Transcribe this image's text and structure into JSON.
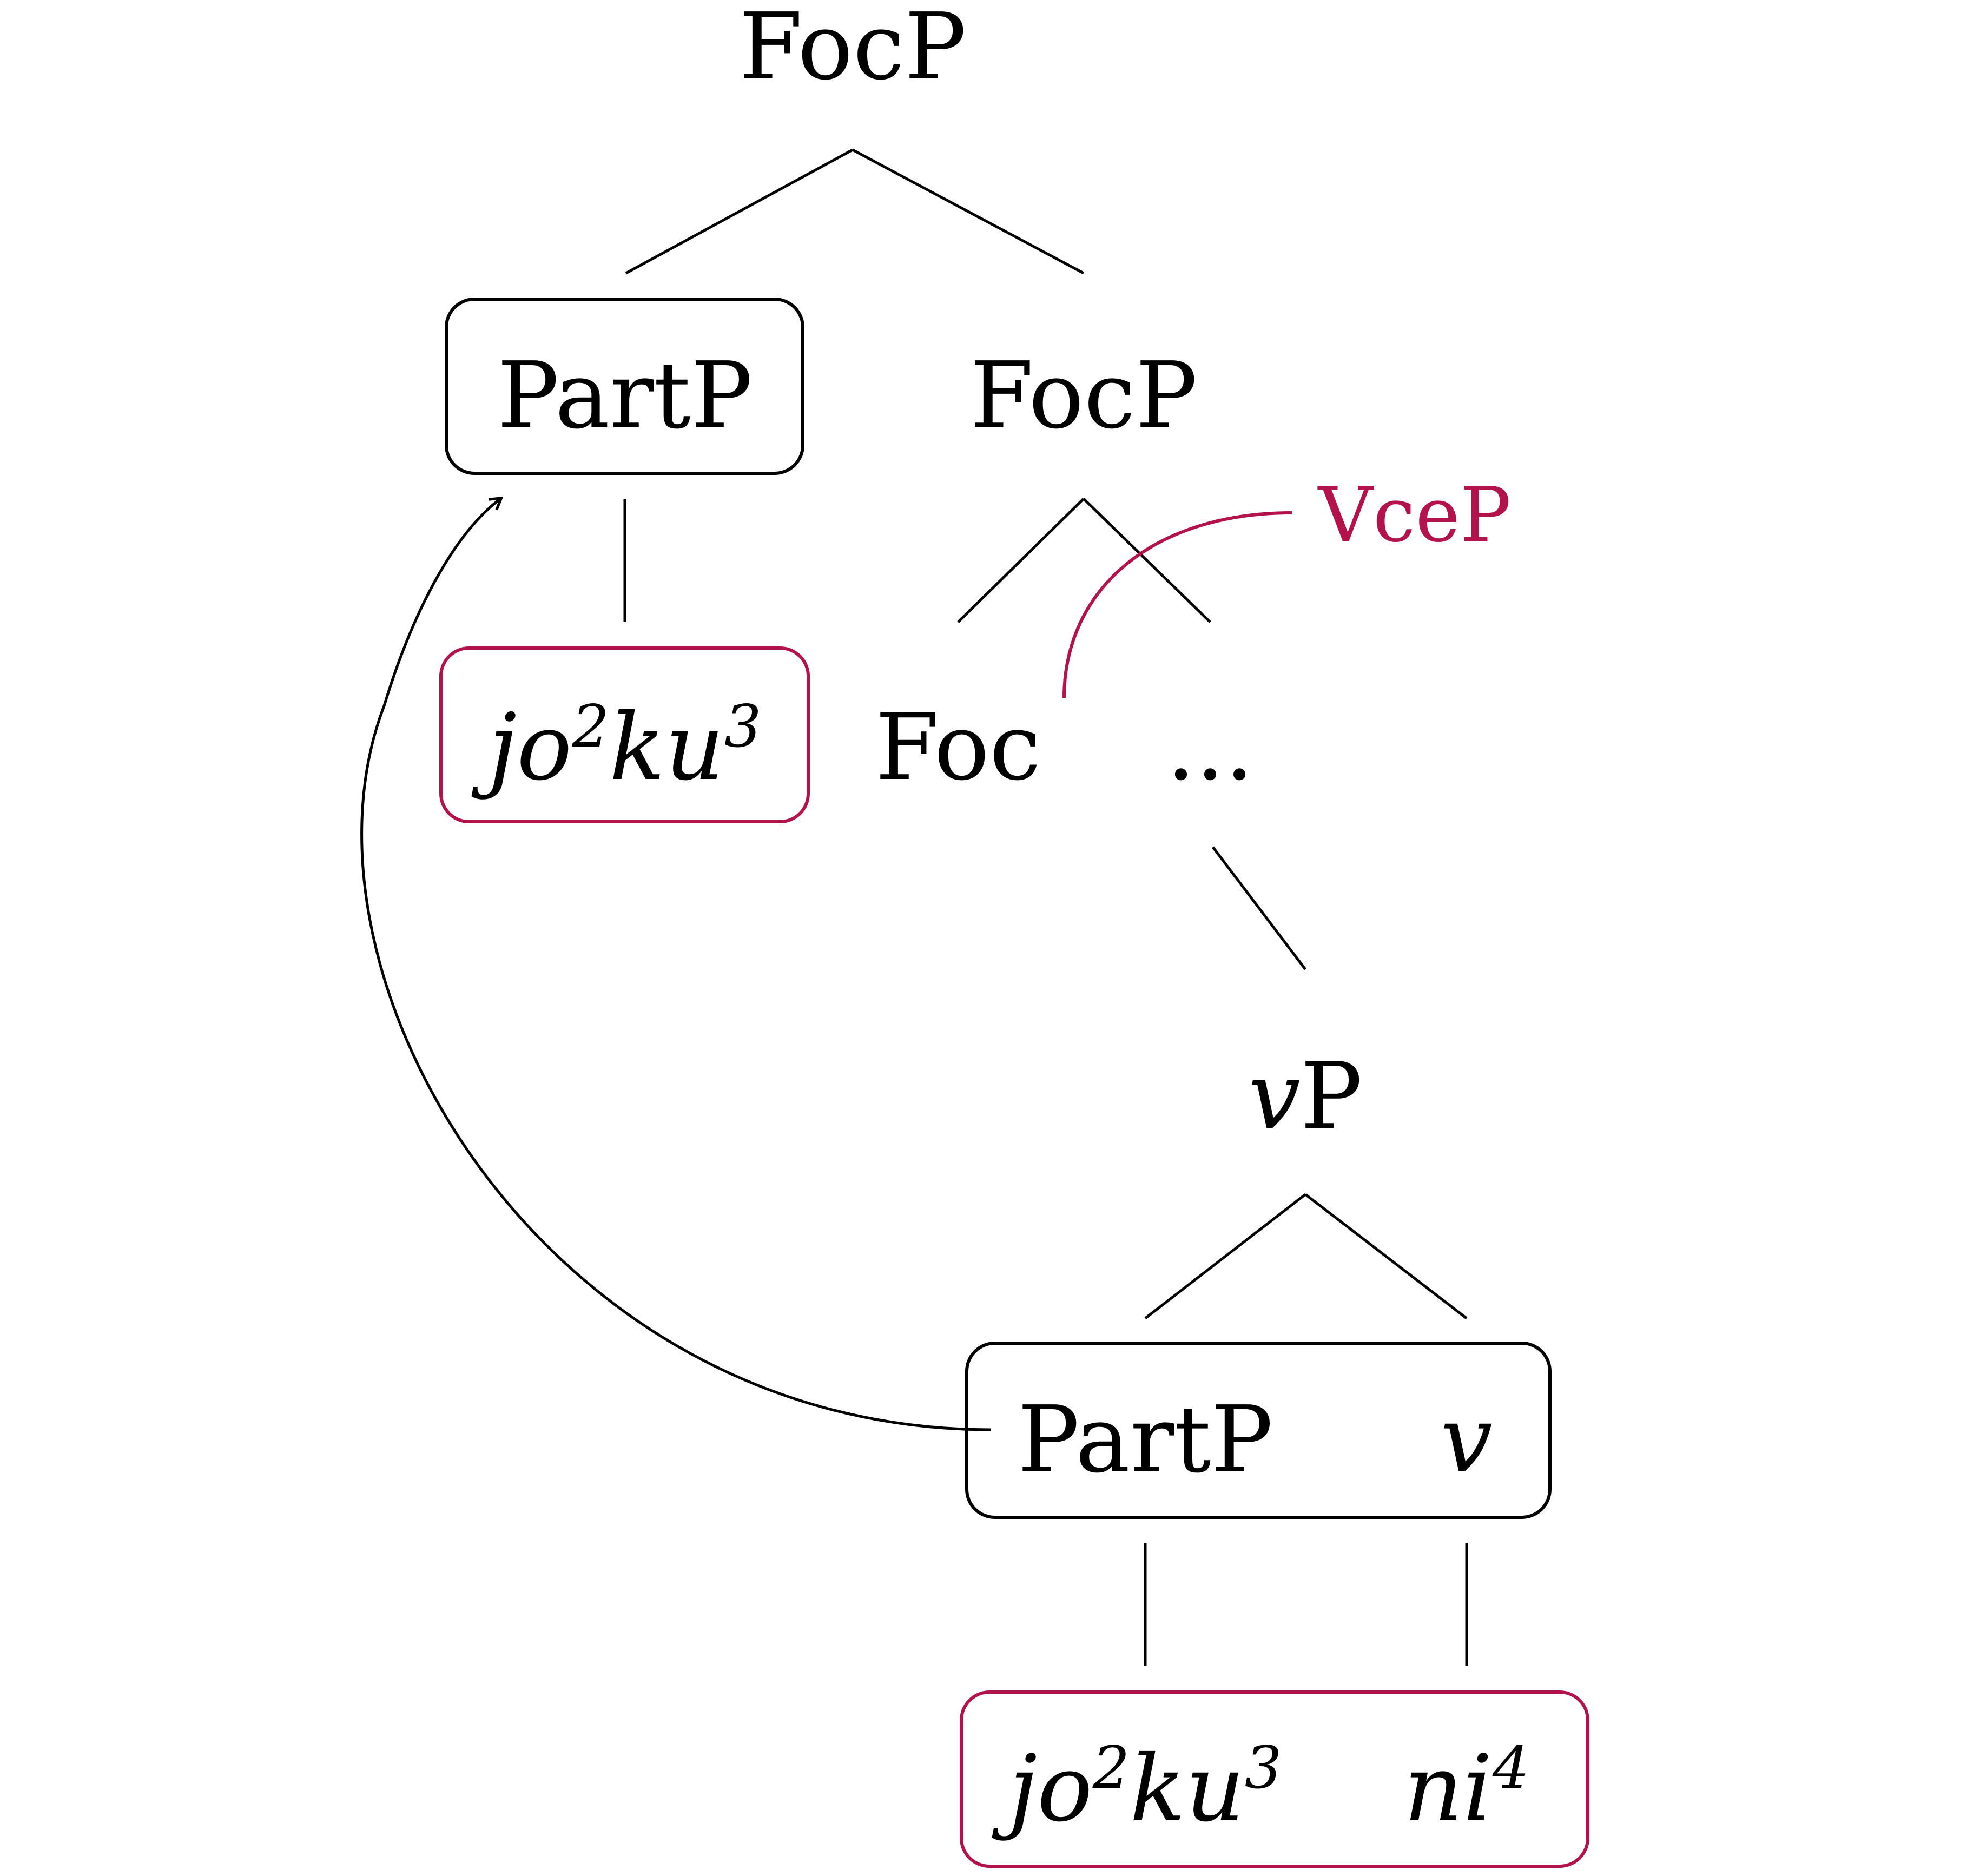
{
  "colors": {
    "accent": "#b3124b",
    "ink": "#000000"
  },
  "nodes": {
    "root": "FocP",
    "spec_partp": "PartP",
    "focp_bar": "FocP",
    "foc_head": "Foc",
    "ellipsis": "...",
    "vp_italic": "v",
    "vp_rest": "P",
    "low_partp": "PartP",
    "low_v": "v"
  },
  "words": {
    "upper": {
      "a": "jo",
      "a_tone": "2",
      "b": "ku",
      "b_tone": "3"
    },
    "lower": {
      "a": "jo",
      "a_tone": "2",
      "b": "ku",
      "b_tone": "3",
      "c": "ni",
      "c_tone": "4"
    }
  },
  "annotation": {
    "vcep": "VceP"
  }
}
